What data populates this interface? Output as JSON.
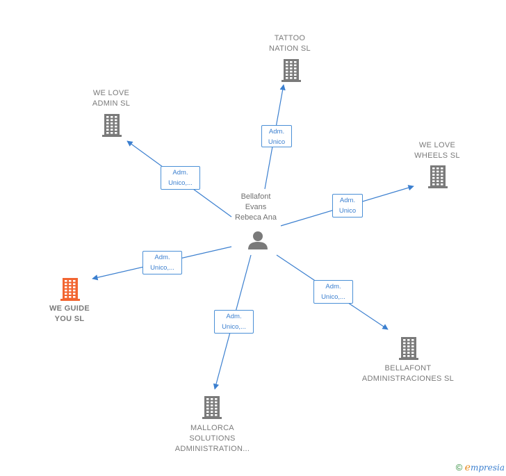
{
  "center": {
    "label": "Bellafont\nEvans\nRebeca Ana"
  },
  "colors": {
    "edge": "#3b7fcf",
    "company": "#7a7a7a",
    "focus_company": "#f26531",
    "person": "#707070"
  },
  "companies": [
    {
      "id": "tattoo",
      "label": "TATTOO\nNATION  SL",
      "focus": false
    },
    {
      "id": "welove_admin",
      "label": "WE LOVE\nADMIN  SL",
      "focus": false
    },
    {
      "id": "welove_wheels",
      "label": "WE LOVE\nWHEELS  SL",
      "focus": false
    },
    {
      "id": "weguide",
      "label": "WE GUIDE\nYOU  SL",
      "focus": true
    },
    {
      "id": "bellafont_adm",
      "label": "BELLAFONT\nADMINISTRACIONES SL",
      "focus": false
    },
    {
      "id": "mallorca",
      "label": "MALLORCA\nSOLUTIONS\nADMINISTRATION...",
      "focus": false
    }
  ],
  "edges": [
    {
      "to": "tattoo",
      "label": "Adm.\nUnico"
    },
    {
      "to": "welove_admin",
      "label": "Adm.\nUnico,..."
    },
    {
      "to": "welove_wheels",
      "label": "Adm.\nUnico"
    },
    {
      "to": "weguide",
      "label": "Adm.\nUnico,..."
    },
    {
      "to": "bellafont_adm",
      "label": "Adm.\nUnico,..."
    },
    {
      "to": "mallorca",
      "label": "Adm.\nUnico,..."
    }
  ],
  "footer": {
    "copyright": "©",
    "brand_first": "e",
    "brand_rest": "mpresia"
  }
}
